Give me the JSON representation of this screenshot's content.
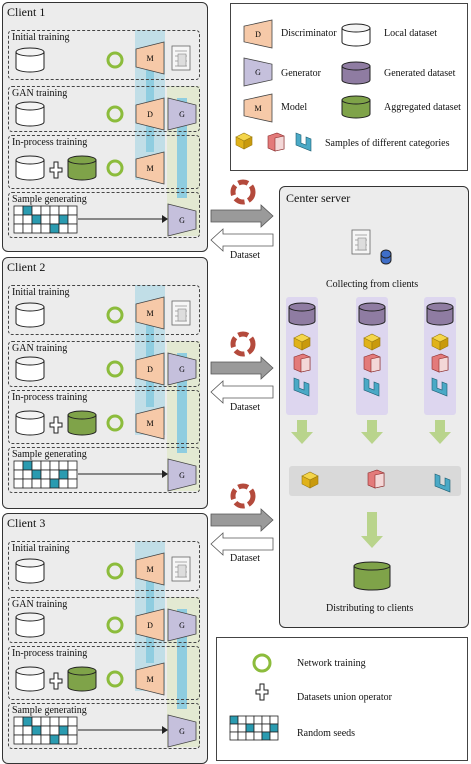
{
  "clients": [
    {
      "title": "Client 1"
    },
    {
      "title": "Client 2"
    },
    {
      "title": "Client 3"
    }
  ],
  "stages": {
    "initial": "Initial training",
    "gan": "GAN training",
    "inprocess": "In-process training",
    "sample": "Sample generating"
  },
  "blocks": {
    "model": "M",
    "discriminator": "D",
    "generator": "G"
  },
  "arrows": {
    "dataset": "Dataset"
  },
  "server": {
    "title": "Center server",
    "collecting": "Collecting from clients",
    "distributing": "Distributing to clients"
  },
  "legend_top": {
    "discriminator": "Discriminator",
    "generator": "Generator",
    "model": "Model",
    "local": "Local dataset",
    "generated": "Generated dataset",
    "aggregated": "Aggregated dataset",
    "samples": "Samples of different categories"
  },
  "legend_bottom": {
    "network": "Network training",
    "union": "Datasets union operator",
    "seeds": "Random seeds"
  },
  "colors": {
    "model": "#f6c9a8",
    "generator": "#c5c0dc",
    "local": "#ffffff",
    "generated": "#8f7ca2",
    "aggregated": "#7fa349",
    "network_ring": "#8cbc3c",
    "seed": "#2a9bb0",
    "vertical_blue": "#9fd3e3",
    "vertical_green": "#dfe8c8",
    "server_arrow": "#b9d48c"
  }
}
